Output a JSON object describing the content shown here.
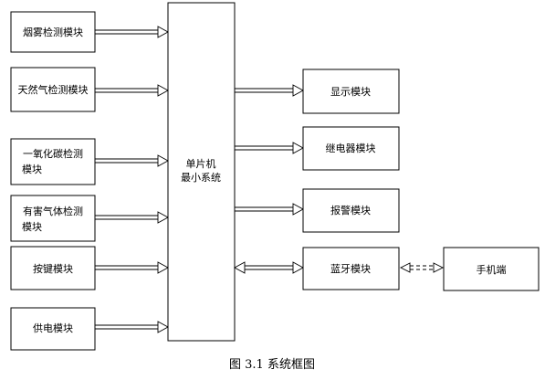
{
  "left_modules": [
    {
      "line1": "烟雾检测模块",
      "line2": ""
    },
    {
      "line1": "天然气检测模块",
      "line2": ""
    },
    {
      "line1": "一氧化碳检测",
      "line2": "模块"
    },
    {
      "line1": "有害气体检测",
      "line2": "模块"
    },
    {
      "line1": "按键模块",
      "line2": ""
    },
    {
      "line1": "供电模块",
      "line2": ""
    }
  ],
  "center": {
    "line1": "单片机",
    "line2": "最小系统"
  },
  "right_modules": [
    {
      "label": "显示模块"
    },
    {
      "label": "继电器模块"
    },
    {
      "label": "报警模块"
    },
    {
      "label": "蓝牙模块"
    }
  ],
  "phone": {
    "label": "手机端"
  },
  "caption": "图 3.1  系统框图"
}
